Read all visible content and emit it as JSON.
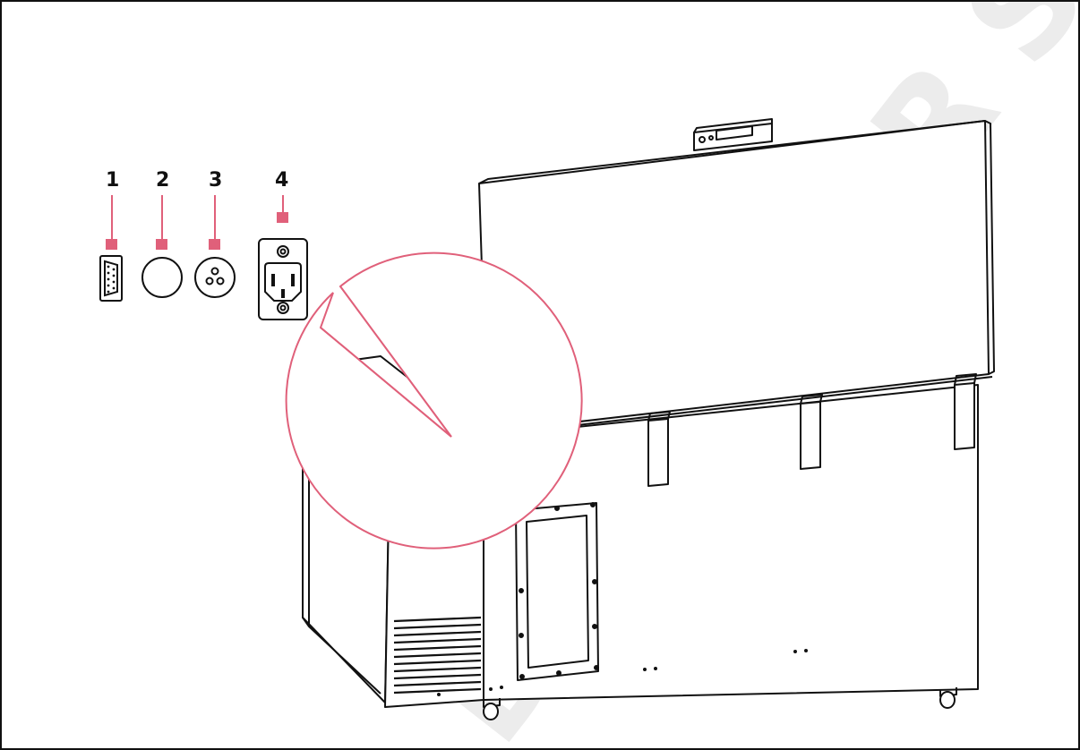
{
  "figure": {
    "callouts": [
      {
        "id": "serial-port",
        "label": "1"
      },
      {
        "id": "remote-alarm-port",
        "label": "2"
      },
      {
        "id": "three-pin-connector",
        "label": "3"
      },
      {
        "id": "power-inlet",
        "label": "4"
      }
    ],
    "watermark": "DUTSCHER S",
    "colors": {
      "accent": "#e0607a",
      "line": "#111111",
      "background": "#ffffff",
      "watermark": "#ececec"
    },
    "icons": [
      "db9-connector-icon",
      "round-port-icon",
      "three-pin-socket-icon",
      "iec-power-inlet-icon",
      "magnifier-circle"
    ]
  }
}
